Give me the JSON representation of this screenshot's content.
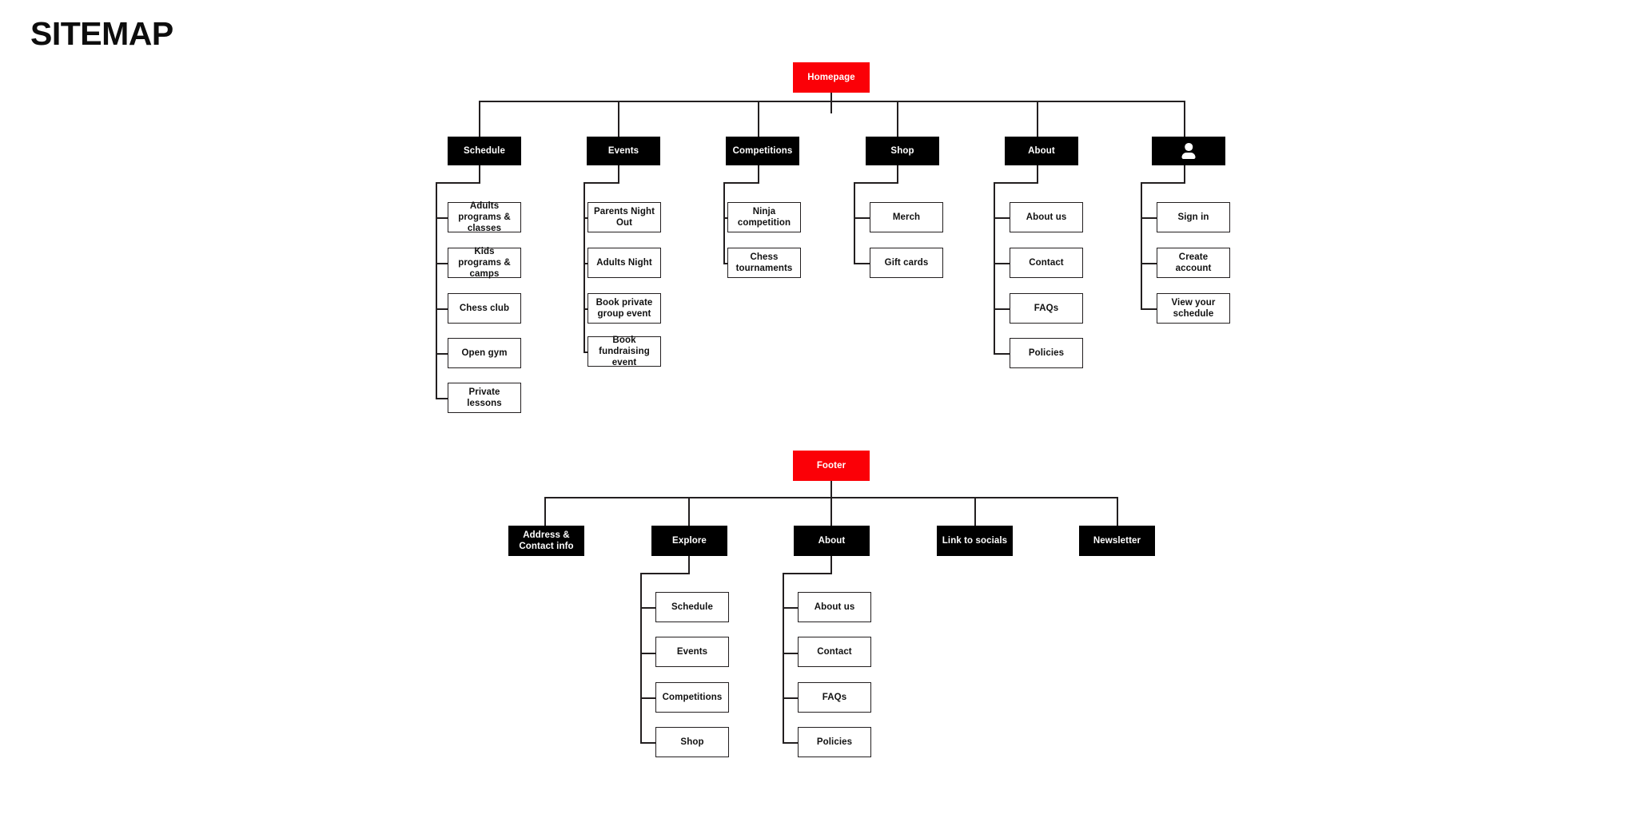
{
  "page": {
    "title": "SITEMAP",
    "background": "#ffffff"
  },
  "colors": {
    "root_node": "#fb0007",
    "root_node_text": "#ffffff",
    "section_node": "#000000",
    "section_node_text": "#ffffff",
    "leaf_node": "#ffffff",
    "leaf_node_text": "#111111",
    "line": "#231f20",
    "title_text": "#0d0d0d"
  },
  "diagram": {
    "type": "sitemap-tree",
    "trees": [
      {
        "id": "homepage-tree",
        "root": {
          "label": "Homepage",
          "style": "root"
        },
        "sections": [
          {
            "label": "Schedule",
            "style": "section",
            "children": [
              {
                "label": "Adults programs & classes"
              },
              {
                "label": "Kids programs & camps"
              },
              {
                "label": "Chess club"
              },
              {
                "label": "Open gym"
              },
              {
                "label": "Private lessons"
              }
            ]
          },
          {
            "label": "Events",
            "style": "section",
            "children": [
              {
                "label": "Parents Night Out"
              },
              {
                "label": "Adults Night"
              },
              {
                "label": "Book private group event"
              },
              {
                "label": "Book fundraising event"
              }
            ]
          },
          {
            "label": "Competitions",
            "style": "section",
            "children": [
              {
                "label": "Ninja competition"
              },
              {
                "label": "Chess tournaments"
              }
            ]
          },
          {
            "label": "Shop",
            "style": "section",
            "children": [
              {
                "label": "Merch"
              },
              {
                "label": "Gift cards"
              }
            ]
          },
          {
            "label": "About",
            "style": "section",
            "children": [
              {
                "label": "About us"
              },
              {
                "label": "Contact"
              },
              {
                "label": "FAQs"
              },
              {
                "label": "Policies"
              }
            ]
          },
          {
            "label": "",
            "icon": "person-icon",
            "style": "section",
            "children": [
              {
                "label": "Sign in"
              },
              {
                "label": "Create account"
              },
              {
                "label": "View your schedule"
              }
            ]
          }
        ]
      },
      {
        "id": "footer-tree",
        "root": {
          "label": "Footer",
          "style": "root"
        },
        "sections": [
          {
            "label": "Address & Contact info",
            "style": "section",
            "children": []
          },
          {
            "label": "Explore",
            "style": "section",
            "children": [
              {
                "label": "Schedule"
              },
              {
                "label": "Events"
              },
              {
                "label": "Competitions"
              },
              {
                "label": "Shop"
              }
            ]
          },
          {
            "label": "About",
            "style": "section",
            "children": [
              {
                "label": "About us"
              },
              {
                "label": "Contact"
              },
              {
                "label": "FAQs"
              },
              {
                "label": "Policies"
              }
            ]
          },
          {
            "label": "Link to socials",
            "style": "section",
            "children": []
          },
          {
            "label": "Newsletter",
            "style": "section",
            "children": []
          }
        ]
      }
    ]
  }
}
